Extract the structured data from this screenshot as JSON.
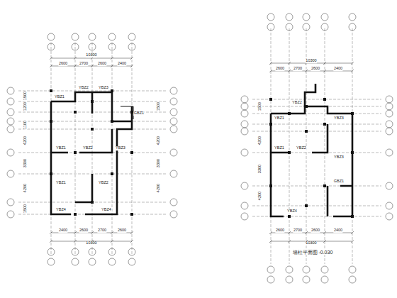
{
  "diagram": {
    "caption": "墙柱平面图 -0.030",
    "labels": [
      "10300",
      "2600",
      "2700",
      "2600",
      "2400",
      "10300",
      "2400",
      "2600",
      "2700",
      "2600",
      "1500",
      "1200",
      "1100",
      "4200",
      "3300",
      "4200",
      "1500",
      "1500",
      "4200",
      "3300",
      "4200",
      "YBZ1",
      "YBZ2",
      "YBZ3",
      "GBZ1",
      "YBZ1",
      "YBZ2",
      "YBZ3",
      "YBZ1",
      "YBZ2",
      "YBZ4",
      "YBZ4",
      "10300",
      "2600",
      "2700",
      "2600",
      "2400",
      "10300",
      "2600",
      "2700",
      "2600",
      "2400",
      "1500",
      "4200",
      "3300",
      "4200",
      "YBZ1",
      "YBZ2",
      "YBZ3",
      "YBZ1",
      "YBZ2",
      "YBZ3",
      "GBZ1",
      "YBZ4"
    ]
  }
}
